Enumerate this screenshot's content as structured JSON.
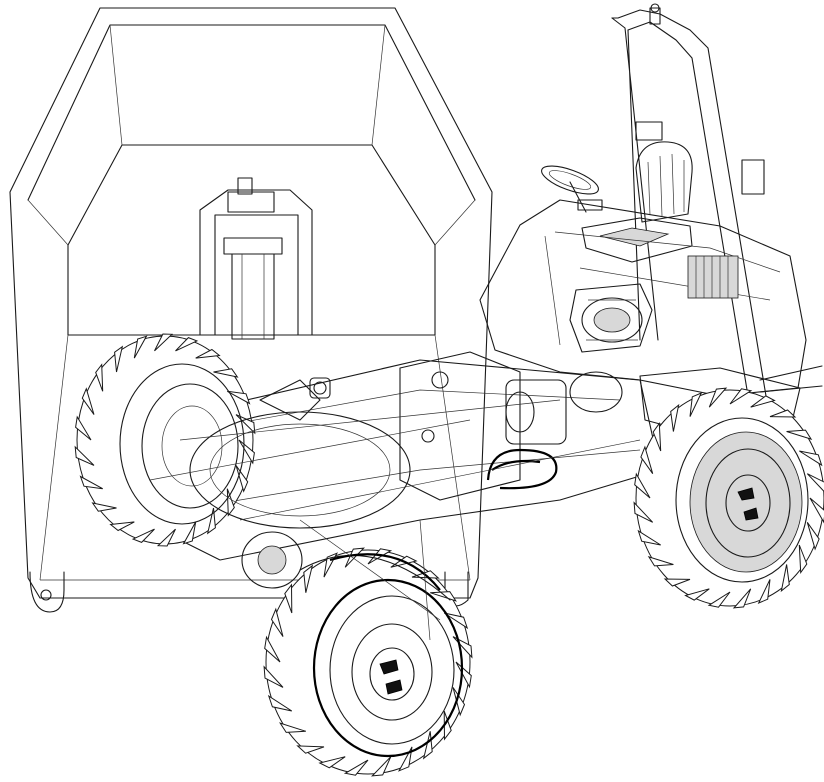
{
  "figure": {
    "subject": "site-dumper-cutaway",
    "colors": {
      "background": "#ffffff",
      "line": "#1a1a1a",
      "shade": "#d8d8d8"
    }
  },
  "parts": [
    {
      "name": "dump-skip",
      "icon": "skip-outline"
    },
    {
      "name": "rollover-bar",
      "icon": "frame-outline"
    },
    {
      "name": "operator-seat",
      "icon": "seat-outline"
    },
    {
      "name": "steering-wheel",
      "icon": "wheel-outline"
    },
    {
      "name": "engine",
      "icon": "engine-outline"
    },
    {
      "name": "front-left-wheel",
      "icon": "tyre-outline"
    },
    {
      "name": "front-right-wheel",
      "icon": "tyre-outline"
    },
    {
      "name": "rear-left-wheel",
      "icon": "tyre-outline"
    },
    {
      "name": "rear-right-wheel",
      "icon": "tyre-outline"
    }
  ]
}
